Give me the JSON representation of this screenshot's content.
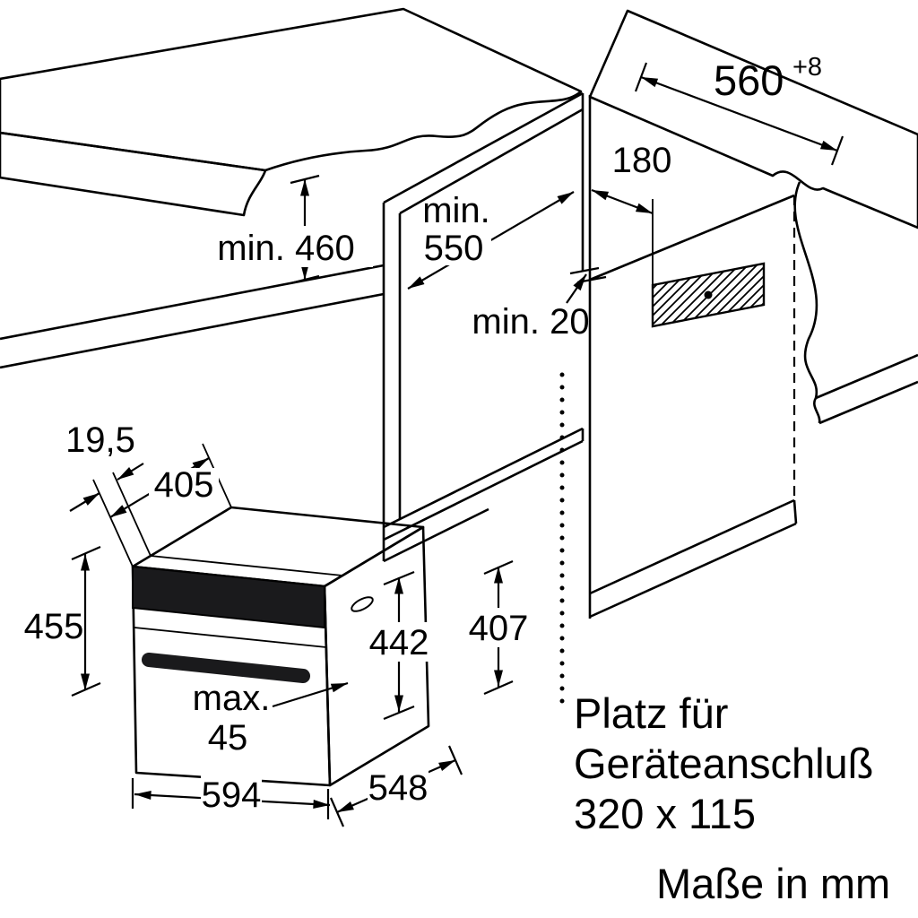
{
  "units_note": "Maße in mm",
  "labels": {
    "niche_width": "560",
    "niche_width_tol": "+8",
    "conn_offset": "180",
    "niche_depth_word": "min.",
    "niche_depth_value": "550",
    "niche_height": "min. 460",
    "rear_gap": "min. 20",
    "frame_depth": "19,5",
    "body_top_depth": "405",
    "oven_height": "455",
    "oven_body_height": "442",
    "oven_rear_height": "407",
    "handle_word": "max.",
    "handle_value": "45",
    "oven_width": "594",
    "oven_depth": "548",
    "conn_note_line1": "Platz für",
    "conn_note_line2": "Geräteanschluß",
    "conn_note_line3": "320 x 115"
  },
  "colors": {
    "line": "#000000",
    "surface_left": "#e9e9e9",
    "surface_right": "#f3f3f3",
    "oven_top": "#f1f1f1",
    "panel_dark": "#1a1a1c",
    "background": "#ffffff"
  }
}
